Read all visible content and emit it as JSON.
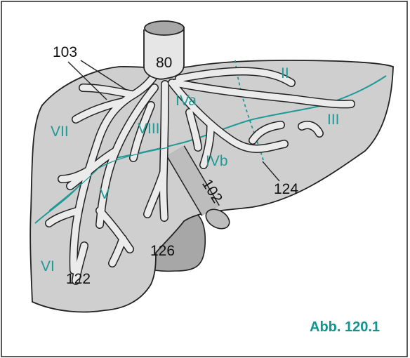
{
  "figure": {
    "caption": "Abb. 120.1",
    "segments": {
      "II": "II",
      "III": "III",
      "IVa": "IVa",
      "IVb": "IVb",
      "V": "V",
      "VI": "VI",
      "VII": "VII",
      "VIII": "VIII"
    },
    "numbers": {
      "n80": "80",
      "n102": "102",
      "n103": "103",
      "n122": "122",
      "n124": "124",
      "n126": "126"
    }
  },
  "colors": {
    "liver_fill": "#cfcfcf",
    "gallbladder_fill": "#a7a7a7",
    "vein_fill": "#e6e6e6",
    "outline": "#222222",
    "teal": "#1f9a96",
    "caption": "#0f9490"
  }
}
